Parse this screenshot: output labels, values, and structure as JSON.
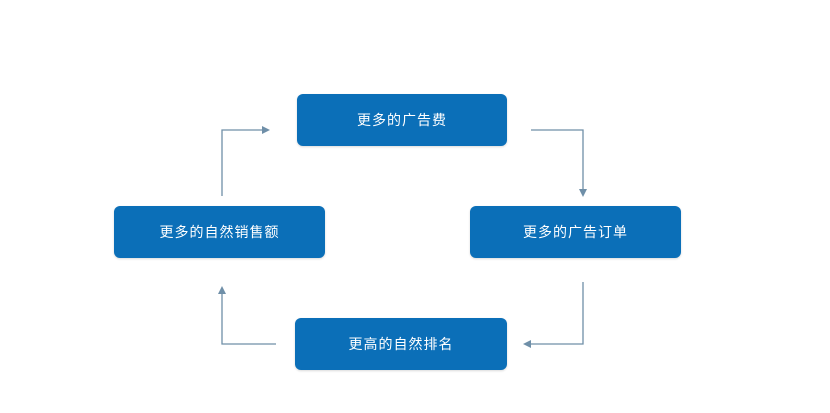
{
  "nodes": {
    "top": "更多的广告费",
    "right": "更多的广告订单",
    "bottom": "更高的自然排名",
    "left": "更多的自然销售额"
  },
  "colors": {
    "node_fill": "#0b6fb8",
    "node_text": "#ffffff",
    "connector": "#6f8fa8",
    "background": "#ffffff"
  }
}
